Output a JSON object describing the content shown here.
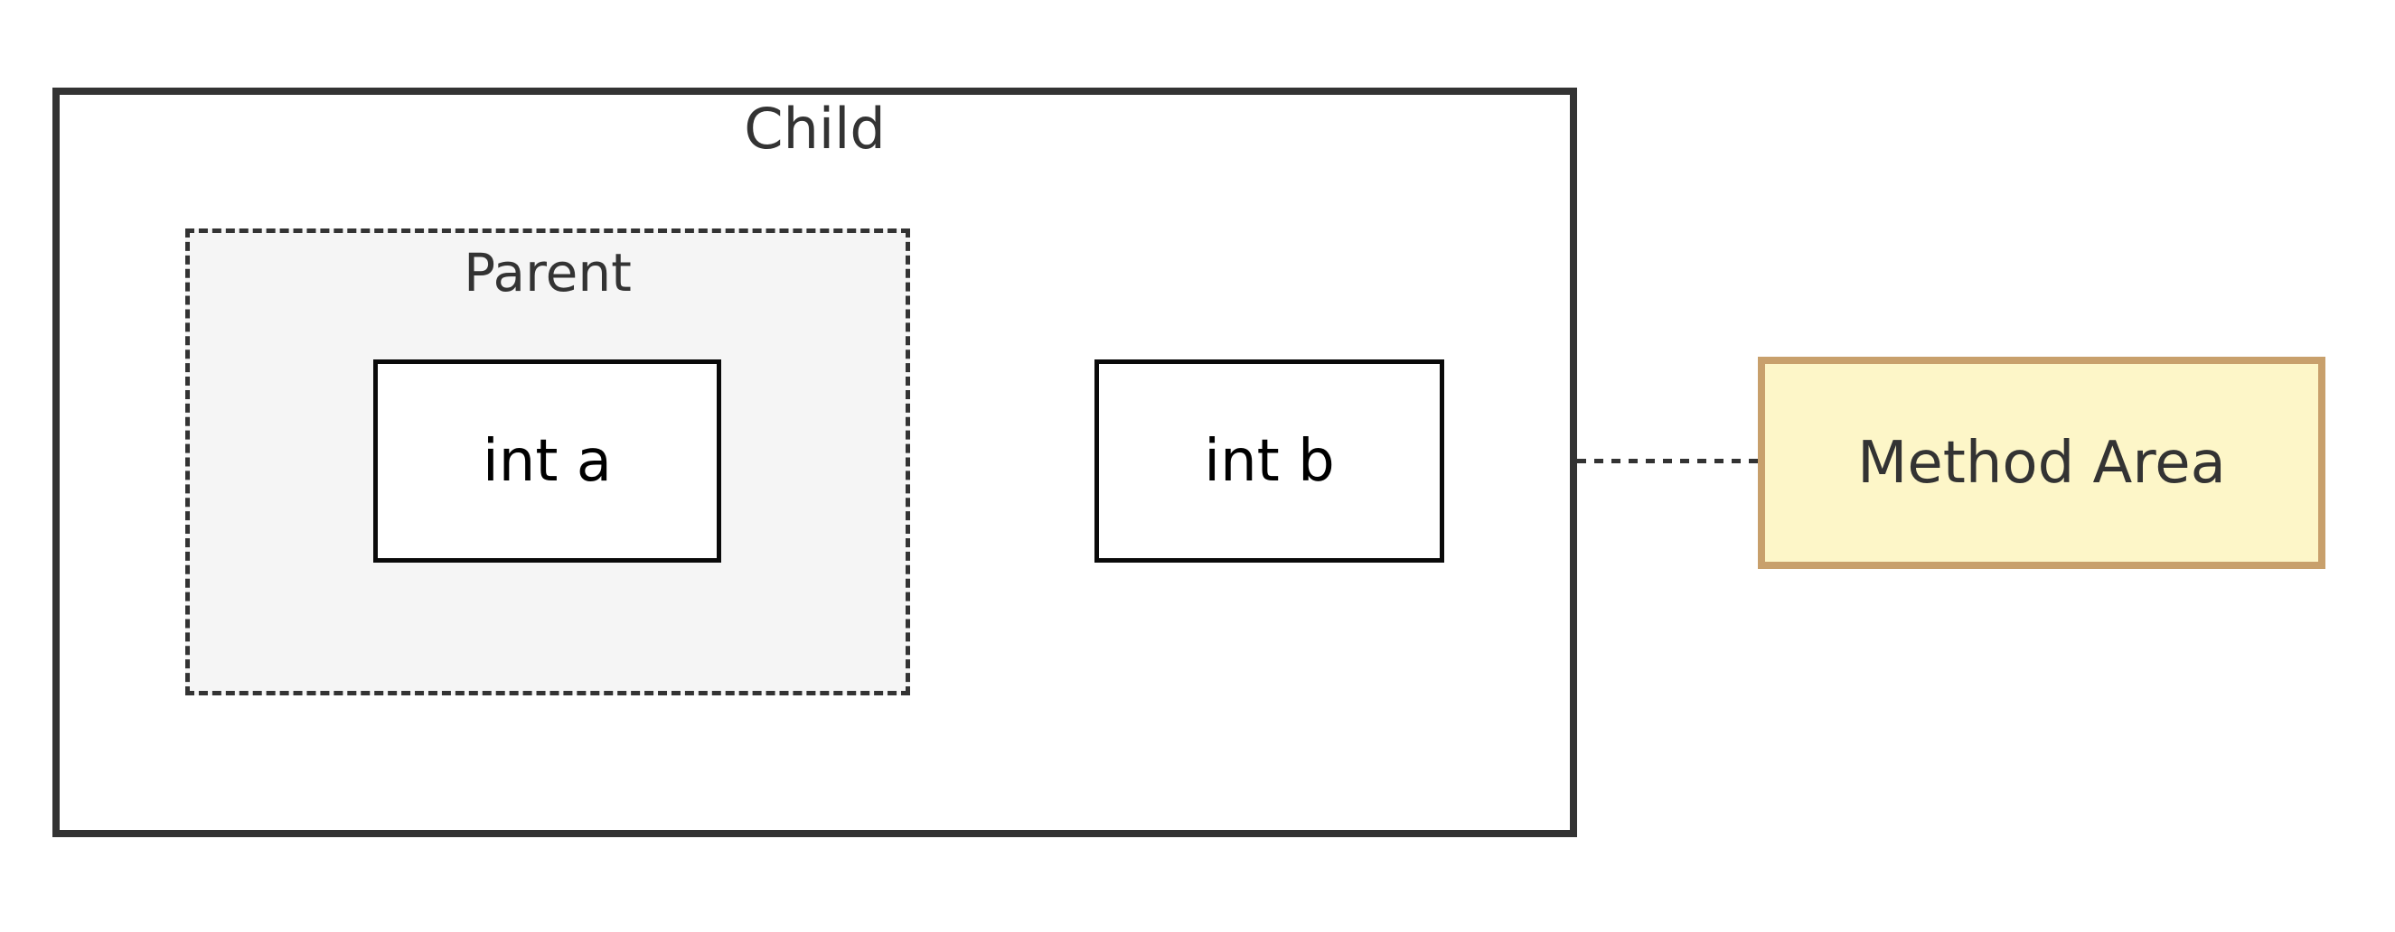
{
  "diagram": {
    "type": "memory-layout-diagram",
    "nodes": {
      "child": {
        "label": "Child",
        "kind": "subgraph",
        "border": "solid"
      },
      "parent": {
        "label": "Parent",
        "kind": "subgraph",
        "border": "dashed"
      },
      "int_a": {
        "label": "int a",
        "kind": "field",
        "border": "solid"
      },
      "int_b": {
        "label": "int b",
        "kind": "field",
        "border": "solid"
      },
      "method_area": {
        "label": "Method Area",
        "kind": "external",
        "border": "solid"
      }
    },
    "edges": [
      {
        "from": "child",
        "to": "method_area",
        "style": "dotted"
      }
    ],
    "colors": {
      "background": "#ffffff",
      "outline": "#333333",
      "field_border": "#0a0a0a",
      "parent_fill": "#f5f5f5",
      "method_area_fill": "#fdf6c8",
      "method_area_border": "#c8a06c",
      "connector": "#333333",
      "text": "#333333"
    }
  }
}
